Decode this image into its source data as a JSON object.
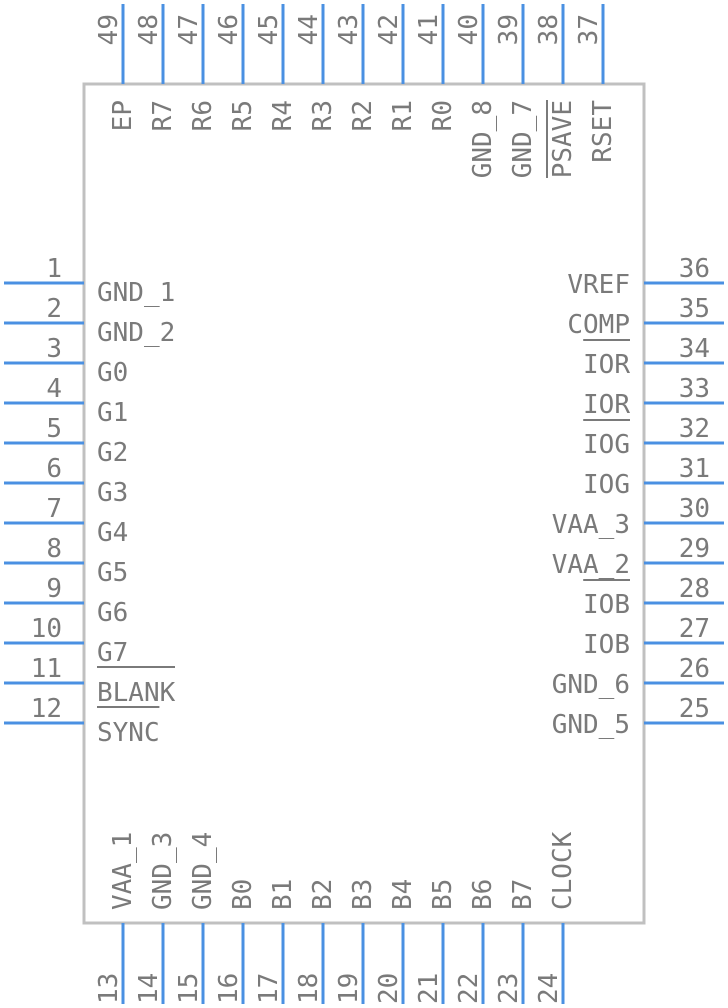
{
  "component": {
    "body_color": "#c0c0c0",
    "pin_color": "#4a90e2",
    "text_color": "#7a7a7a"
  },
  "pins": {
    "left": [
      {
        "num": "1",
        "label": "GND_1",
        "overbar": false
      },
      {
        "num": "2",
        "label": "GND_2",
        "overbar": false
      },
      {
        "num": "3",
        "label": "G0",
        "overbar": false
      },
      {
        "num": "4",
        "label": "G1",
        "overbar": false
      },
      {
        "num": "5",
        "label": "G2",
        "overbar": false
      },
      {
        "num": "6",
        "label": "G3",
        "overbar": false
      },
      {
        "num": "7",
        "label": "G4",
        "overbar": false
      },
      {
        "num": "8",
        "label": "G5",
        "overbar": false
      },
      {
        "num": "9",
        "label": "G6",
        "overbar": false
      },
      {
        "num": "10",
        "label": "G7",
        "overbar": false
      },
      {
        "num": "11",
        "label": "BLANK",
        "overbar": true
      },
      {
        "num": "12",
        "label": "SYNC",
        "overbar": true
      }
    ],
    "right": [
      {
        "num": "36",
        "label": "VREF",
        "overbar": false
      },
      {
        "num": "35",
        "label": "COMP",
        "overbar": false
      },
      {
        "num": "34",
        "label": "IOR",
        "overbar": true
      },
      {
        "num": "33",
        "label": "IOR",
        "overbar": false
      },
      {
        "num": "32",
        "label": "IOG",
        "overbar": true
      },
      {
        "num": "31",
        "label": "IOG",
        "overbar": false
      },
      {
        "num": "30",
        "label": "VAA_3",
        "overbar": false
      },
      {
        "num": "29",
        "label": "VAA_2",
        "overbar": false
      },
      {
        "num": "28",
        "label": "IOB",
        "overbar": true
      },
      {
        "num": "27",
        "label": "IOB",
        "overbar": false
      },
      {
        "num": "26",
        "label": "GND_6",
        "overbar": false
      },
      {
        "num": "25",
        "label": "GND_5",
        "overbar": false
      }
    ],
    "bottom": [
      {
        "num": "13",
        "label": "VAA_1",
        "overbar": false
      },
      {
        "num": "14",
        "label": "GND_3",
        "overbar": false
      },
      {
        "num": "15",
        "label": "GND_4",
        "overbar": false
      },
      {
        "num": "16",
        "label": "B0",
        "overbar": false
      },
      {
        "num": "17",
        "label": "B1",
        "overbar": false
      },
      {
        "num": "18",
        "label": "B2",
        "overbar": false
      },
      {
        "num": "19",
        "label": "B3",
        "overbar": false
      },
      {
        "num": "20",
        "label": "B4",
        "overbar": false
      },
      {
        "num": "21",
        "label": "B5",
        "overbar": false
      },
      {
        "num": "22",
        "label": "B6",
        "overbar": false
      },
      {
        "num": "23",
        "label": "B7",
        "overbar": false
      },
      {
        "num": "24",
        "label": "CLOCK",
        "overbar": false
      }
    ],
    "top": [
      {
        "num": "49",
        "label": "EP",
        "overbar": false
      },
      {
        "num": "48",
        "label": "R7",
        "overbar": false
      },
      {
        "num": "47",
        "label": "R6",
        "overbar": false
      },
      {
        "num": "46",
        "label": "R5",
        "overbar": false
      },
      {
        "num": "45",
        "label": "R4",
        "overbar": false
      },
      {
        "num": "44",
        "label": "R3",
        "overbar": false
      },
      {
        "num": "43",
        "label": "R2",
        "overbar": false
      },
      {
        "num": "42",
        "label": "R1",
        "overbar": false
      },
      {
        "num": "41",
        "label": "R0",
        "overbar": false
      },
      {
        "num": "40",
        "label": "GND_8",
        "overbar": false
      },
      {
        "num": "39",
        "label": "GND_7",
        "overbar": false
      },
      {
        "num": "38",
        "label": "PSAVE",
        "overbar": true
      },
      {
        "num": "37",
        "label": "RSET",
        "overbar": false
      }
    ]
  }
}
